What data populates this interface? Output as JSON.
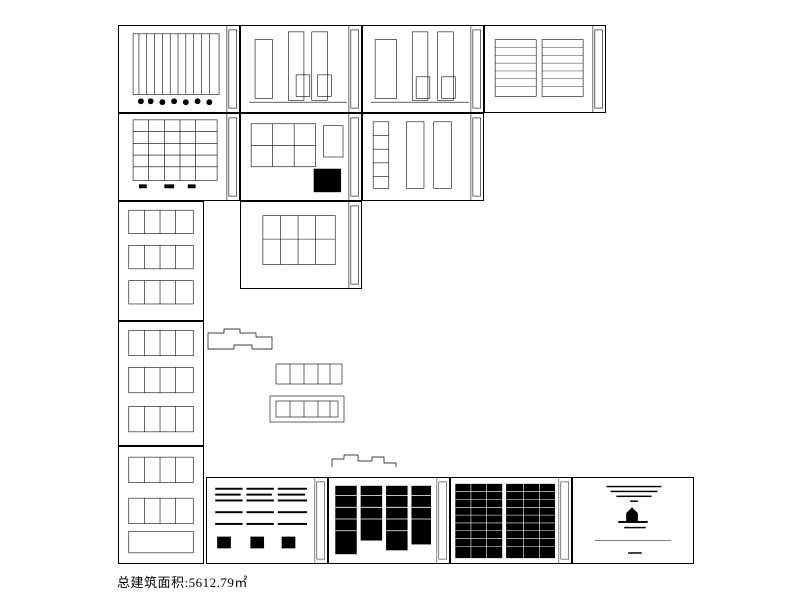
{
  "drawing": {
    "caption": "总建筑面积:5612.79㎡",
    "sheets": [
      {
        "id": "s1",
        "kind": "elevation"
      },
      {
        "id": "s2",
        "kind": "section"
      },
      {
        "id": "s3",
        "kind": "section"
      },
      {
        "id": "s4",
        "kind": "elevation"
      },
      {
        "id": "s5",
        "kind": "elevation"
      },
      {
        "id": "s6",
        "kind": "plan"
      },
      {
        "id": "s7",
        "kind": "section"
      },
      {
        "id": "s8",
        "kind": "plan"
      },
      {
        "id": "s9",
        "kind": "plan"
      },
      {
        "id": "s10",
        "kind": "plan"
      },
      {
        "id": "s11",
        "kind": "plan"
      },
      {
        "id": "s12",
        "kind": "notes"
      },
      {
        "id": "s13",
        "kind": "notes"
      },
      {
        "id": "s14",
        "kind": "table"
      },
      {
        "id": "s15",
        "kind": "cover"
      }
    ],
    "colors": {
      "line": "#000000",
      "paper": "#ffffff"
    }
  }
}
